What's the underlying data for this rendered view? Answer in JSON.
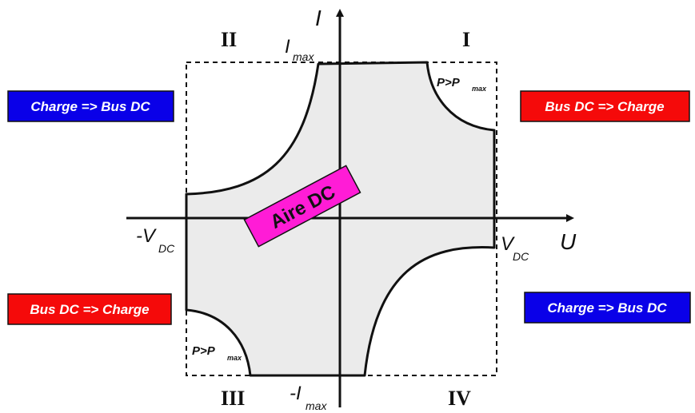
{
  "quadrants": {
    "q1": "I",
    "q2": "II",
    "q3": "III",
    "q4": "IV"
  },
  "axes": {
    "x_label": "U",
    "y_label": "I"
  },
  "limits": {
    "imax_main": "I",
    "imax_sub": "max",
    "neg_imax_main": "-I",
    "neg_imax_sub": "max",
    "vdc_main": "V",
    "vdc_sub": "DC",
    "neg_vdc_main": "-V",
    "neg_vdc_sub": "DC"
  },
  "power_limit": {
    "top_main": "P>P",
    "top_sub": "max",
    "bottom_main": "P>P",
    "bottom_sub": "max"
  },
  "area_label": "Aire DC",
  "flow_boxes": {
    "top_left": "Charge => Bus DC",
    "top_right": "Bus DC => Charge",
    "bottom_left": "Bus DC => Charge",
    "bottom_right": "Charge => Bus DC"
  },
  "colors": {
    "blue_box": "#0a00e8",
    "red_box": "#f50a0a",
    "aire_box": "#ff1cd6",
    "area_fill": "#ebebeb"
  }
}
